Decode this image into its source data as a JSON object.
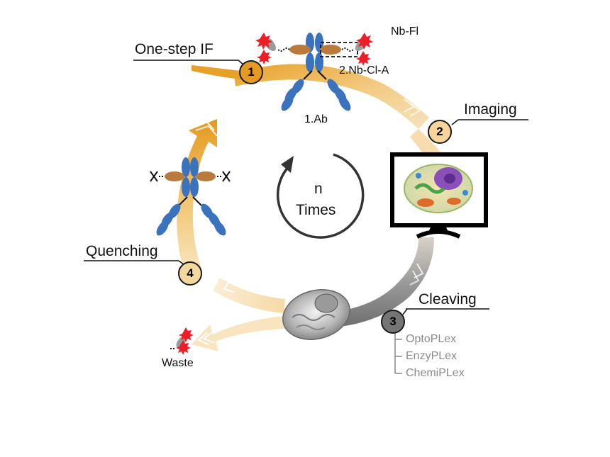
{
  "steps": [
    {
      "number": "1",
      "title": "One-step IF"
    },
    {
      "number": "2",
      "title": "Imaging"
    },
    {
      "number": "3",
      "title": "Cleaving"
    },
    {
      "number": "4",
      "title": "Quenching"
    }
  ],
  "center": {
    "line1": "n",
    "line2": "Times"
  },
  "labels": {
    "antibody": "1.Ab",
    "nanobody_cleavable": "2.Nb-Cl-A",
    "nanobody_fluor": "Nb-Fl",
    "waste": "Waste"
  },
  "cleaving_methods": [
    "OptoPLex",
    "EnzyPLex",
    "ChemiPLex"
  ],
  "colors": {
    "orange": "#e8a128",
    "light_orange": "#f6d69a",
    "gray": "#7b7b7b",
    "antibody_blue": "#3a72be",
    "nanobody_brown": "#b97a3c",
    "fluor_red": "#ee1c24",
    "badge_1": "#e59a22",
    "badge_2": "#f6d49a",
    "badge_3": "#757575",
    "badge_4": "#f3d89e"
  }
}
